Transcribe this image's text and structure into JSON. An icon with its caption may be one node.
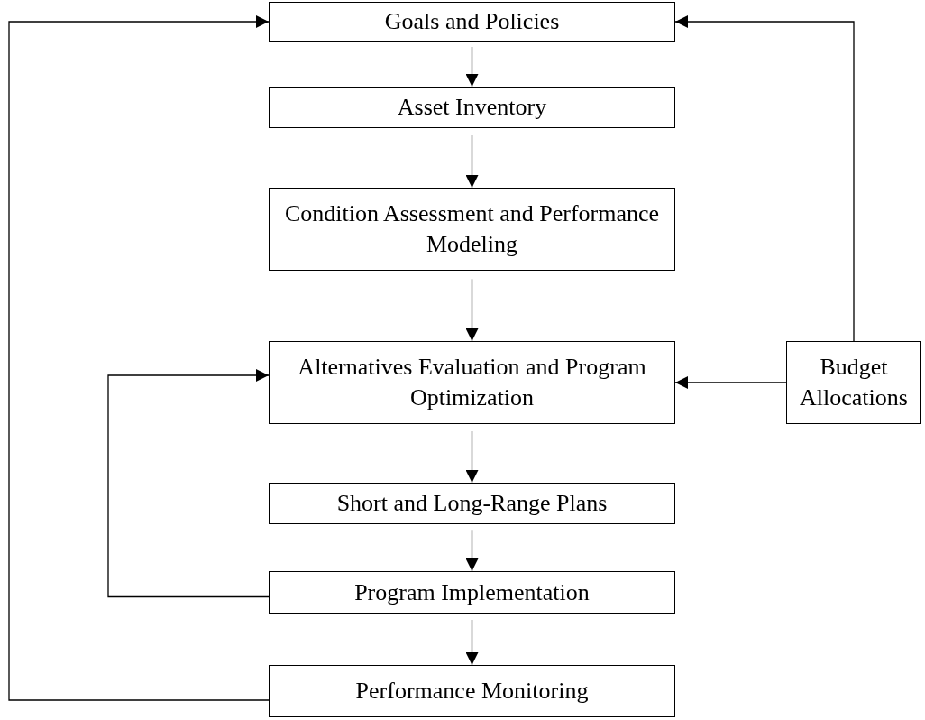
{
  "diagram": {
    "nodes": [
      {
        "text": [
          "Goals and Policies"
        ]
      },
      {
        "text": [
          "Asset Inventory"
        ]
      },
      {
        "text": [
          "Condition Assessment and Performance Modeling"
        ]
      },
      {
        "text": [
          "Alternatives Evaluation and Program Optimization"
        ]
      },
      {
        "text": [
          "Budget Allocations"
        ]
      },
      {
        "text": [
          "Short and Long-Range Plans"
        ]
      },
      {
        "text": [
          "Program Implementation"
        ]
      },
      {
        "text": [
          "Performance Monitoring"
        ]
      }
    ],
    "edges": [
      {
        "from": 0,
        "to": 1,
        "arrow": "to"
      },
      {
        "from": 1,
        "to": 2,
        "arrow": "to"
      },
      {
        "from": 2,
        "to": 3,
        "arrow": "to"
      },
      {
        "from": 3,
        "to": 5,
        "arrow": "to"
      },
      {
        "from": 5,
        "to": 6,
        "arrow": "to"
      },
      {
        "from": 6,
        "to": 7,
        "arrow": "to"
      },
      {
        "from": 4,
        "to": 3,
        "arrow": "to"
      },
      {
        "from": 4,
        "to": 0,
        "arrow": "to"
      },
      {
        "from": 6,
        "to": 3,
        "arrow": "to"
      },
      {
        "from": 7,
        "to": 0,
        "arrow": "to"
      }
    ]
  }
}
